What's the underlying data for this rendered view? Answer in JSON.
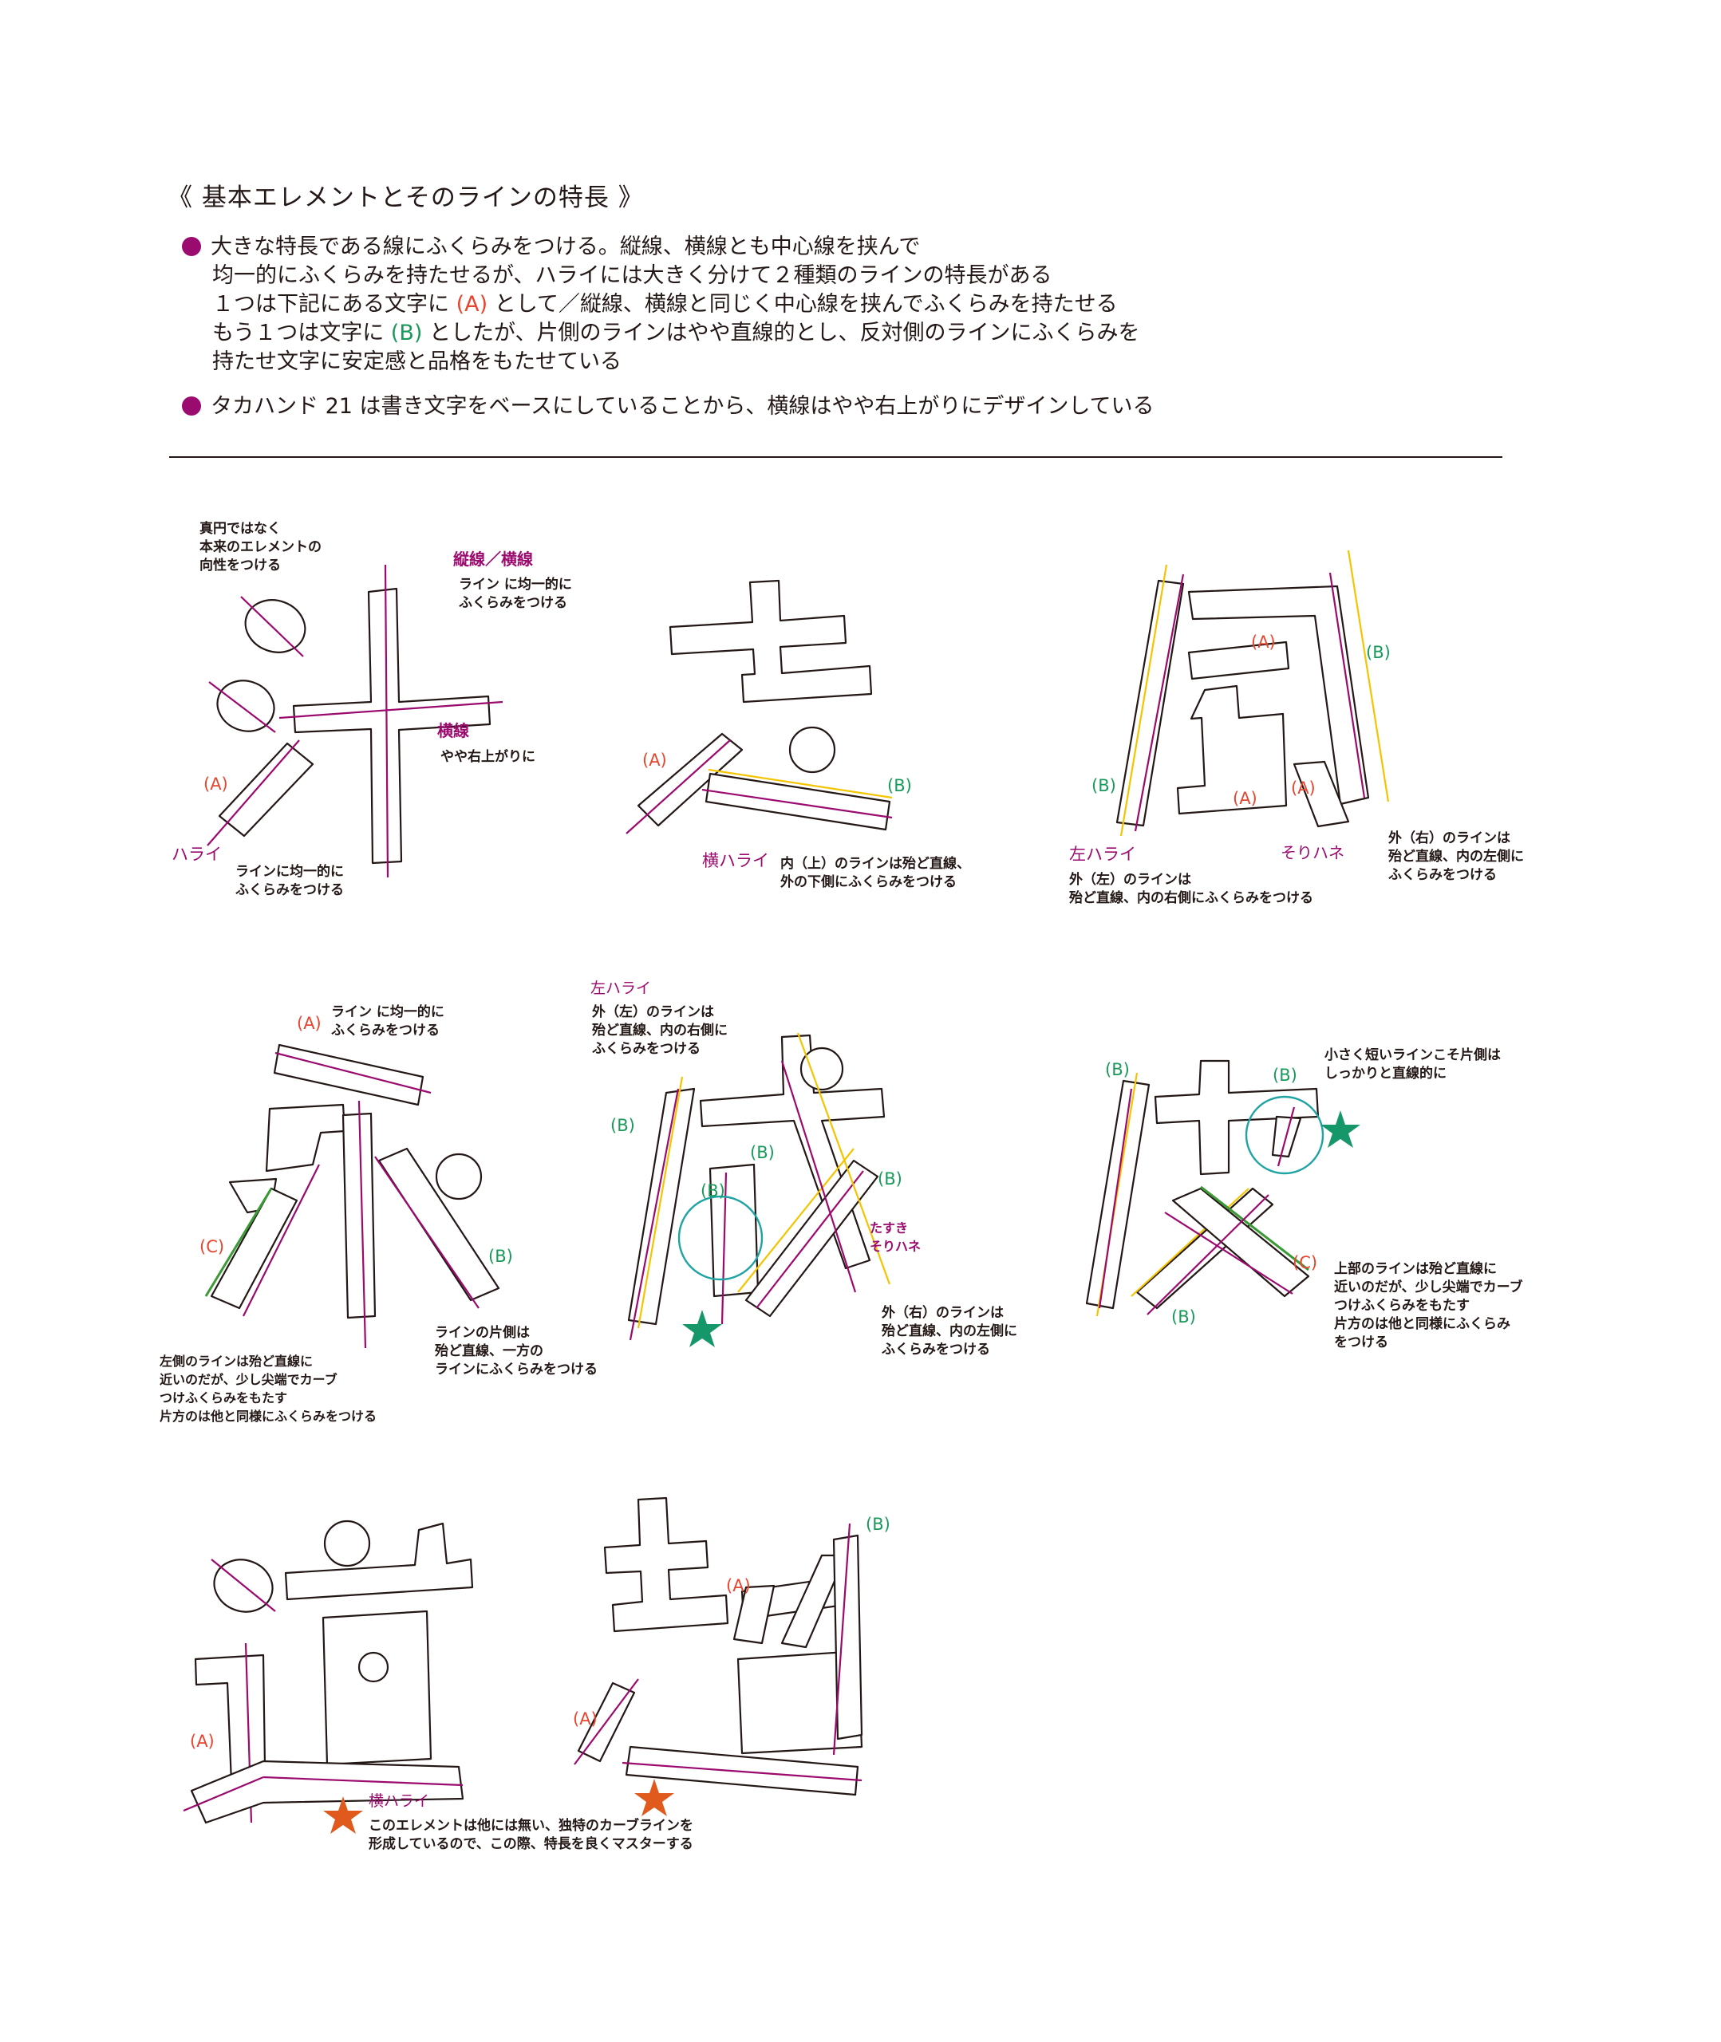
{
  "title": "《 基本エレメントとそのラインの特長 》",
  "bullet1": {
    "line1": "大きな特長である線にふくらみをつける。縦線、横線とも中心線を挟んで",
    "line2": "均一的にふくらみを持たせるが、ハライには大きく分けて２種類のラインの特長がある",
    "line3_a": "１つは下記にある文字に",
    "line3_mark": "(A)",
    "line3_b": "として／縦線、横線と同じく中心線を挟んでふくらみを持たせる",
    "line4_a": "もう１つは文字に",
    "line4_mark": "(B)",
    "line4_b": "としたが、片側のラインはやや直線的とし、反対側のラインにふくらみを",
    "line5": "持たせ文字に安定感と品格をもたせている"
  },
  "bullet2": "タカハンド 21 は書き文字をベースにしていることから、横線はやや右上がりにデザインしている",
  "colors": {
    "magenta": "#9b0a6e",
    "yellow": "#f5c400",
    "green": "#3a9a35",
    "teal": "#20a3a3",
    "red": "#e8452e",
    "labelB": "#1a9a5a",
    "star_green": "#15976a",
    "star_orange": "#e05a1e"
  },
  "labels": {
    "A": "(A)",
    "B": "(B)",
    "C": "(C)"
  },
  "notes": {
    "shinen": "真円ではなく\n本来のエレメントの\n向性をつける",
    "tate_yoko": "縦線／横線",
    "tate_yoko_desc": "ライン に均一的に\nふくらみをつける",
    "yoko": "横線",
    "yoko_desc": "やや右上がりに",
    "harai": "ハライ",
    "harai_desc": "ラインに均一的に\nふくらみをつける",
    "yoko_harai": "横ハライ",
    "yoko_harai_desc": "内（上）のラインは殆ど直線、\n外の下側にふくらみをつける",
    "hidari_harai": "左ハライ",
    "hidari_harai_desc": "外（左）のラインは\n殆ど直線、内の右側にふくらみをつける",
    "sorihane": "そりハネ",
    "migi_desc": "外（右）のラインは\n殆ど直線、内の左側に\nふくらみをつける",
    "ei_top": "ライン に均一的に\nふくらみをつける",
    "ei_left": "左側のラインは殆ど直線に\n近いのだが、少し尖端でカーブ\nつけふくらみをもたす\n片方のは他と同様にふくらみをつける",
    "ei_right": "ラインの片側は\n殆ど直線、一方の\nラインにふくらみをつける",
    "sei_hidari_harai": "左ハライ",
    "sei_top": "外（左）のラインは\n殆ど直線、内の右側に\nふくらみをつける",
    "tasuki": "たすき\nそりハネ",
    "sei_migi": "外（右）のラインは\n殆ど直線、内の左側に\nふくらみをつける",
    "do_top": "小さく短いラインこそ片側は\nしっかりと直線的に",
    "do_right": "上部のラインは殆ど直線に\n近いのだが、少し尖端でカーブ\nつけふくらみをもたす\n片方のは他と同様にふくらみ\nをつける",
    "michi_yoko_harai": "横ハライ",
    "michi_desc": "このエレメントは他には無い、独特のカーブラインを\n形成しているので、この際、特長を良くマスターする"
  }
}
